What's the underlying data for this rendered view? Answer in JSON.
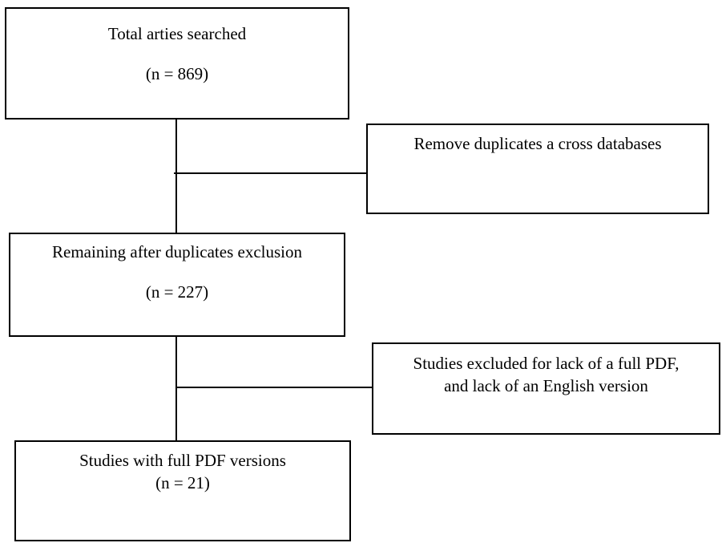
{
  "flow": {
    "total": {
      "label": "Total arties searched",
      "count": "(n = 869)"
    },
    "duplicates_removed": {
      "label": "Remove duplicates a cross databases"
    },
    "remaining": {
      "label": "Remaining after duplicates exclusion",
      "count": "(n = 227)"
    },
    "excluded": {
      "line1": "Studies excluded for lack of a full PDF,",
      "line2": "and lack of an English version"
    },
    "final": {
      "label": "Studies with full PDF versions",
      "count": "(n = 21)"
    }
  },
  "colors": {
    "stroke": "#000000",
    "background": "#ffffff"
  }
}
